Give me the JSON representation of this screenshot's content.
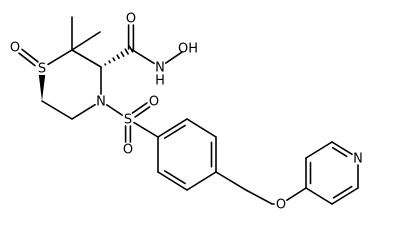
{
  "molecule": {
    "kind": "skeletal structural formula",
    "atoms": [
      {
        "id": "o_sulfoxide",
        "label": "O",
        "show": true
      },
      {
        "id": "s_ring",
        "label": "S",
        "show": true
      },
      {
        "id": "c2",
        "label": "",
        "show": false
      },
      {
        "id": "c3",
        "label": "",
        "show": false
      },
      {
        "id": "n4",
        "label": "N",
        "show": true
      },
      {
        "id": "c5",
        "label": "",
        "show": false
      },
      {
        "id": "c6",
        "label": "",
        "show": false
      },
      {
        "id": "me1",
        "label": "",
        "show": false
      },
      {
        "id": "me2",
        "label": "",
        "show": false
      },
      {
        "id": "c_carbonyl",
        "label": "",
        "show": false
      },
      {
        "id": "o_carbonyl",
        "label": "O",
        "show": true
      },
      {
        "id": "n_hydroxamic",
        "label": "N",
        "show": true
      },
      {
        "id": "h_on_n",
        "label": "H",
        "show": true
      },
      {
        "id": "oh_group",
        "label": "OH",
        "show": true
      },
      {
        "id": "s_sulfonyl",
        "label": "S",
        "show": true
      },
      {
        "id": "o_sulfonyl_top",
        "label": "O",
        "show": true
      },
      {
        "id": "o_sulfonyl_bottom",
        "label": "O",
        "show": true
      },
      {
        "id": "ph1",
        "label": "",
        "show": false
      },
      {
        "id": "ph2",
        "label": "",
        "show": false
      },
      {
        "id": "ph3",
        "label": "",
        "show": false
      },
      {
        "id": "ph4",
        "label": "",
        "show": false
      },
      {
        "id": "ph5",
        "label": "",
        "show": false
      },
      {
        "id": "ph6",
        "label": "",
        "show": false
      },
      {
        "id": "o_ether",
        "label": "O",
        "show": true
      },
      {
        "id": "py1",
        "label": "",
        "show": false
      },
      {
        "id": "py2",
        "label": "",
        "show": false
      },
      {
        "id": "py3",
        "label": "",
        "show": false
      },
      {
        "id": "n_pyridine",
        "label": "N",
        "show": true
      },
      {
        "id": "py5",
        "label": "",
        "show": false
      },
      {
        "id": "py6",
        "label": "",
        "show": false
      }
    ],
    "bonds": [
      {
        "a": "s_ring",
        "b": "o_sulfoxide",
        "order": 2
      },
      {
        "a": "s_ring",
        "b": "c2",
        "order": 1
      },
      {
        "a": "c2",
        "b": "c3",
        "order": 1
      },
      {
        "a": "c3",
        "b": "n4",
        "order": 1
      },
      {
        "a": "n4",
        "b": "c5",
        "order": 1
      },
      {
        "a": "c5",
        "b": "c6",
        "order": 1
      },
      {
        "a": "c6",
        "b": "s_ring",
        "order": 1,
        "stereo": "wedge"
      },
      {
        "a": "c2",
        "b": "me1",
        "order": 1
      },
      {
        "a": "c2",
        "b": "me2",
        "order": 1
      },
      {
        "a": "c3",
        "b": "c_carbonyl",
        "order": 1,
        "stereo": "hash"
      },
      {
        "a": "c_carbonyl",
        "b": "o_carbonyl",
        "order": 2
      },
      {
        "a": "c_carbonyl",
        "b": "n_hydroxamic",
        "order": 1
      },
      {
        "a": "n_hydroxamic",
        "b": "oh_group",
        "order": 1
      },
      {
        "a": "n4",
        "b": "s_sulfonyl",
        "order": 1
      },
      {
        "a": "s_sulfonyl",
        "b": "o_sulfonyl_top",
        "order": 2
      },
      {
        "a": "s_sulfonyl",
        "b": "o_sulfonyl_bottom",
        "order": 2
      },
      {
        "a": "s_sulfonyl",
        "b": "ph1",
        "order": 1
      },
      {
        "a": "ph1",
        "b": "ph2",
        "order": 2
      },
      {
        "a": "ph2",
        "b": "ph3",
        "order": 1
      },
      {
        "a": "ph3",
        "b": "ph4",
        "order": 2
      },
      {
        "a": "ph4",
        "b": "ph5",
        "order": 1
      },
      {
        "a": "ph5",
        "b": "ph6",
        "order": 2
      },
      {
        "a": "ph6",
        "b": "ph1",
        "order": 1
      },
      {
        "a": "ph4",
        "b": "o_ether",
        "order": 1
      },
      {
        "a": "o_ether",
        "b": "py1",
        "order": 1
      },
      {
        "a": "py1",
        "b": "py2",
        "order": 2
      },
      {
        "a": "py2",
        "b": "py3",
        "order": 1
      },
      {
        "a": "py3",
        "b": "n_pyridine",
        "order": 2
      },
      {
        "a": "n_pyridine",
        "b": "py5",
        "order": 1
      },
      {
        "a": "py5",
        "b": "py6",
        "order": 2
      },
      {
        "a": "py6",
        "b": "py1",
        "order": 1
      }
    ]
  }
}
